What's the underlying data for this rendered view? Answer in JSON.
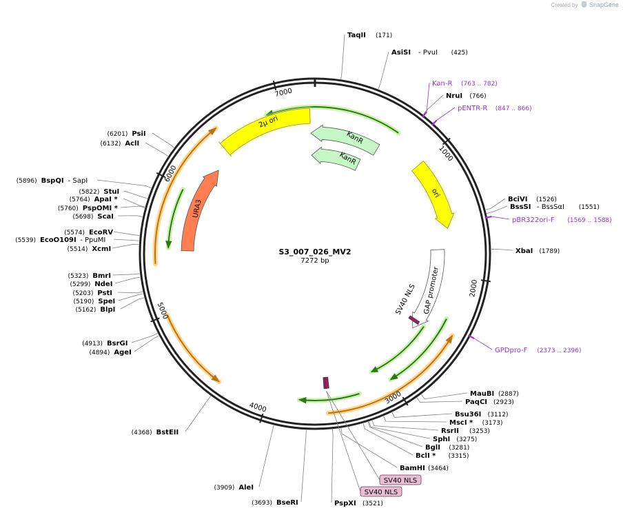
{
  "credit": {
    "prefix": "Created by",
    "brand": "SnapGene"
  },
  "map": {
    "name": "S3_007_026_MV2",
    "length_label": "7272 bp",
    "total_bp": 7272
  },
  "ticks": [
    {
      "bp": 1000,
      "label": "1000"
    },
    {
      "bp": 2000,
      "label": "2000"
    },
    {
      "bp": 3000,
      "label": "3000"
    },
    {
      "bp": 4000,
      "label": "4000"
    },
    {
      "bp": 5000,
      "label": "5000"
    },
    {
      "bp": 6000,
      "label": "6000"
    },
    {
      "bp": 7000,
      "label": "7000"
    }
  ],
  "enzymes_right": [
    {
      "bp": 171,
      "names": [
        "TaqII"
      ],
      "pos": "(171)"
    },
    {
      "bp": 425,
      "names": [
        "AsiSI",
        "- PvuI"
      ],
      "pos": "(425)"
    },
    {
      "bp": 766,
      "names": [
        "NruI"
      ],
      "pos": "(766)"
    },
    {
      "bp": 1526,
      "names": [
        "BciVI"
      ],
      "pos": "(1526)"
    },
    {
      "bp": 1551,
      "names": [
        "BssSI",
        "- BssSαI"
      ],
      "pos": "(1551)"
    },
    {
      "bp": 1789,
      "names": [
        "XbaI"
      ],
      "pos": "(1789)"
    },
    {
      "bp": 2887,
      "names": [
        "MauBI"
      ],
      "pos": "(2887)"
    },
    {
      "bp": 2923,
      "names": [
        "PaqCI"
      ],
      "pos": "(2923)"
    },
    {
      "bp": 3112,
      "names": [
        "Bsu36I"
      ],
      "pos": "(3112)"
    },
    {
      "bp": 3173,
      "names": [
        "MscI *"
      ],
      "pos": "(3173)"
    },
    {
      "bp": 3253,
      "names": [
        "RsrII"
      ],
      "pos": "(3253)"
    },
    {
      "bp": 3275,
      "names": [
        "SphI"
      ],
      "pos": "(3275)"
    },
    {
      "bp": 3281,
      "names": [
        "BglI"
      ],
      "pos": "(3281)"
    },
    {
      "bp": 3315,
      "names": [
        "BclI *"
      ],
      "pos": "(3315)"
    },
    {
      "bp": 3464,
      "names": [
        "BamHI"
      ],
      "pos": "(3464)"
    },
    {
      "bp": 3521,
      "names": [
        "PspXI"
      ],
      "pos": "(3521)"
    }
  ],
  "enzymes_left": [
    {
      "bp": 6201,
      "names": [
        "PsiI"
      ],
      "pos": "(6201)"
    },
    {
      "bp": 6132,
      "names": [
        "AclI"
      ],
      "pos": "(6132)"
    },
    {
      "bp": 5896,
      "names": [
        "BspQI",
        "- SapI"
      ],
      "pos": "(5896)"
    },
    {
      "bp": 5822,
      "names": [
        "StuI"
      ],
      "pos": "(5822)"
    },
    {
      "bp": 5764,
      "names": [
        "ApaI *"
      ],
      "pos": "(5764)"
    },
    {
      "bp": 5760,
      "names": [
        "PspOMI *"
      ],
      "pos": "(5760)"
    },
    {
      "bp": 5698,
      "names": [
        "ScaI"
      ],
      "pos": "(5698)"
    },
    {
      "bp": 5574,
      "names": [
        "EcoRV"
      ],
      "pos": "(5574)"
    },
    {
      "bp": 5539,
      "names": [
        "EcoO109I",
        "- PpuMI"
      ],
      "pos": "(5539)"
    },
    {
      "bp": 5514,
      "names": [
        "XcmI"
      ],
      "pos": "(5514)"
    },
    {
      "bp": 5323,
      "names": [
        "BmrI"
      ],
      "pos": "(5323)"
    },
    {
      "bp": 5299,
      "names": [
        "NdeI"
      ],
      "pos": "(5299)"
    },
    {
      "bp": 5203,
      "names": [
        "PstI"
      ],
      "pos": "(5203)"
    },
    {
      "bp": 5190,
      "names": [
        "SpeI"
      ],
      "pos": "(5190)"
    },
    {
      "bp": 5162,
      "names": [
        "BlpI"
      ],
      "pos": "(5162)"
    },
    {
      "bp": 4913,
      "names": [
        "BsrGI"
      ],
      "pos": "(4913)"
    },
    {
      "bp": 4894,
      "names": [
        "AgeI"
      ],
      "pos": "(4894)"
    },
    {
      "bp": 4368,
      "names": [
        "BstEII"
      ],
      "pos": "(4368)"
    },
    {
      "bp": 3909,
      "names": [
        "AleI"
      ],
      "pos": "(3909)"
    },
    {
      "bp": 3693,
      "names": [
        "BseRI"
      ],
      "pos": "(3693)"
    }
  ],
  "primers": [
    {
      "bp": 772,
      "name": "Kan-R",
      "range": "(763 .. 782)"
    },
    {
      "bp": 856,
      "name": "pENTR-R",
      "range": "(847 .. 866)"
    },
    {
      "bp": 1578,
      "name": "pBR322ori-F",
      "range": "(1569 .. 1588)"
    },
    {
      "bp": 2384,
      "name": "GPDpro-F",
      "range": "(2373 .. 2396)"
    }
  ],
  "features": [
    {
      "name": "2µ ori",
      "color": "#ffff00"
    },
    {
      "name": "KanR",
      "color": "#c6f7c6"
    },
    {
      "name": "KanR",
      "color": "#c6f7c6"
    },
    {
      "name": "ori",
      "color": "#ffff00"
    },
    {
      "name": "GAP promoter",
      "color": "#ffffff"
    },
    {
      "name": "SV40 NLS",
      "color": "#a02060"
    },
    {
      "name": "URA3",
      "color": "#ff7f50"
    }
  ],
  "sv40_boxes": [
    {
      "label": "SV40 NLS"
    },
    {
      "label": "SV40 NLS"
    }
  ],
  "colors": {
    "backbone": "#222222",
    "primer": "#9933cc",
    "orf_fill": "#ffd27f",
    "orf_stroke": "#c98a1a",
    "green_fill": "#c9f0a8",
    "green_stroke": "#2a7a12",
    "feature_text": "#000000"
  }
}
